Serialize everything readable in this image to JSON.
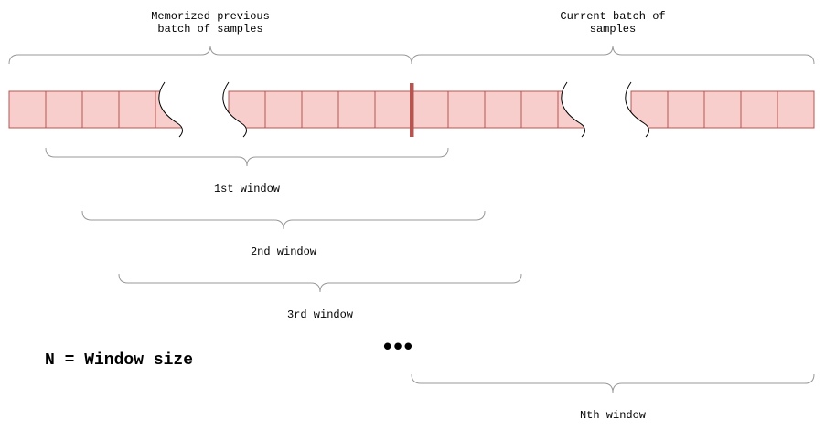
{
  "labels": {
    "memorized_batch": "Memorized previous\nbatch of samples",
    "current_batch": "Current batch of\nsamples",
    "window_1": "1st window",
    "window_2": "2nd window",
    "window_3": "3rd window",
    "window_n": "Nth window",
    "window_size_note": "N = Window size",
    "ellipsis": "•••"
  },
  "colors": {
    "cell_fill": "#f8cecc",
    "cell_stroke": "#b85450",
    "divider": "#b85450",
    "brace": "#999999",
    "break_curve": "#000000"
  }
}
